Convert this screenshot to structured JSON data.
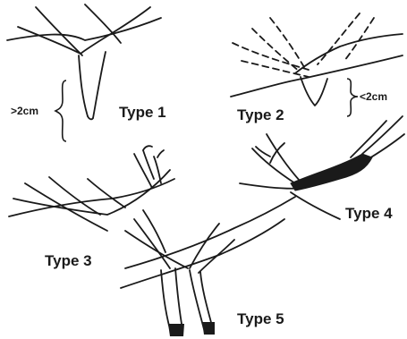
{
  "labels": {
    "type1": "Type 1",
    "type2": "Type 2",
    "type3": "Type 3",
    "type4": "Type 4",
    "type5": "Type 5",
    "gt2cm": ">2cm",
    "lt2cm": "<2cm"
  }
}
